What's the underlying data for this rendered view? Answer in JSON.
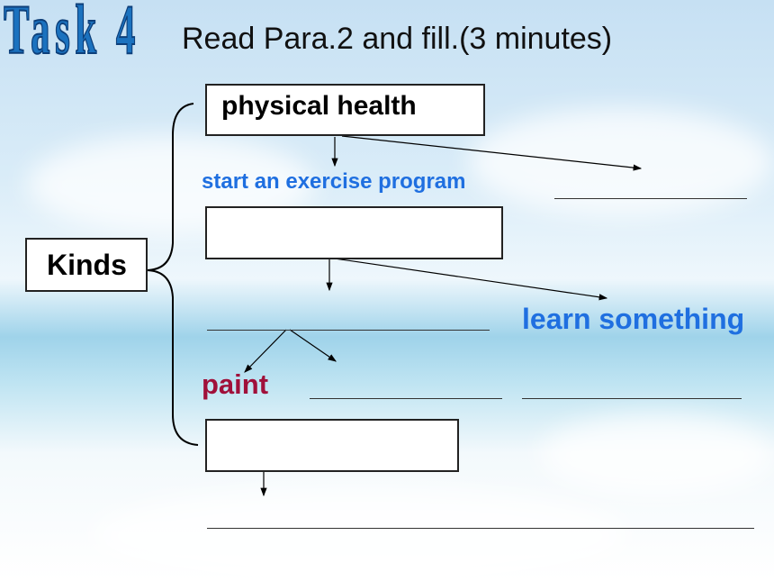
{
  "title": "Task 4",
  "instruction": "Read Para.2 and fill.(3 minutes)",
  "kinds_label": "Kinds",
  "box1_label": "physical health",
  "item_exercise": "start an exercise program",
  "item_learn": "learn something",
  "item_paint": "paint"
}
